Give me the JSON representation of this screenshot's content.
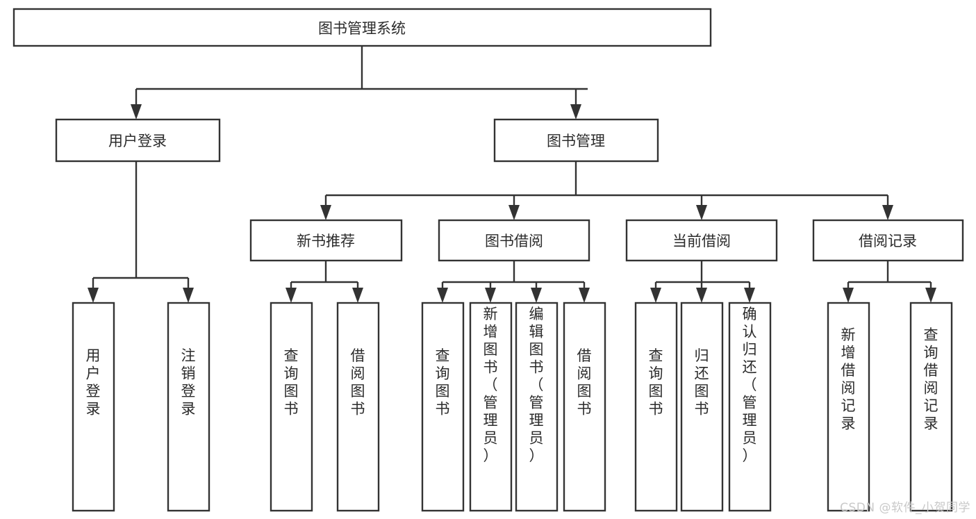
{
  "diagram": {
    "title": "图书管理系统",
    "type": "tree-hierarchy-flowchart",
    "watermark": "CSDN @软件_小贺同学",
    "colors": {
      "box_stroke": "#333333",
      "box_fill": "#ffffff",
      "text": "#2b2b2b",
      "background": "#ffffff",
      "watermark": "#c9c9c9"
    },
    "levels": {
      "root": "图书管理系统",
      "level2": [
        "用户登录",
        "图书管理"
      ],
      "level3": [
        "新书推荐",
        "图书借阅",
        "当前借阅",
        "借阅记录"
      ],
      "level4": [
        "用户登录",
        "注销登录",
        "查询图书",
        "借阅图书",
        "查询图书",
        "新增图书（管理员）",
        "编辑图书（管理员）",
        "借阅图书",
        "查询图书",
        "归还图书",
        "确认归还（管理员）",
        "新增借阅记录",
        "查询借阅记录"
      ]
    },
    "nodes": {
      "root": {
        "label": "图书管理系统"
      },
      "user_login": {
        "label": "用户登录"
      },
      "book_manage": {
        "label": "图书管理"
      },
      "new_book_rec": {
        "label": "新书推荐"
      },
      "book_borrow": {
        "label": "图书借阅"
      },
      "current_borrow": {
        "label": "当前借阅"
      },
      "borrow_record": {
        "label": "借阅记录"
      },
      "leaf_user_login": {
        "label": "用户登录"
      },
      "leaf_logout": {
        "label": "注销登录"
      },
      "leaf_query_book_1": {
        "label": "查询图书"
      },
      "leaf_borrow_book_1": {
        "label": "借阅图书"
      },
      "leaf_query_book_2": {
        "label": "查询图书"
      },
      "leaf_add_book": {
        "label": "新增图书（管理员）"
      },
      "leaf_edit_book": {
        "label": "编辑图书（管理员）"
      },
      "leaf_borrow_book_2": {
        "label": "借阅图书"
      },
      "leaf_query_book_3": {
        "label": "查询图书"
      },
      "leaf_return_book": {
        "label": "归还图书"
      },
      "leaf_confirm_return": {
        "label": "确认归还（管理员）"
      },
      "leaf_add_record": {
        "label": "新增借阅记录"
      },
      "leaf_query_record": {
        "label": "查询借阅记录"
      }
    },
    "edges": [
      {
        "from": "root",
        "to": "user_login"
      },
      {
        "from": "root",
        "to": "book_manage"
      },
      {
        "from": "user_login",
        "to": "leaf_user_login"
      },
      {
        "from": "user_login",
        "to": "leaf_logout"
      },
      {
        "from": "book_manage",
        "to": "new_book_rec"
      },
      {
        "from": "book_manage",
        "to": "book_borrow"
      },
      {
        "from": "book_manage",
        "to": "current_borrow"
      },
      {
        "from": "book_manage",
        "to": "borrow_record"
      },
      {
        "from": "new_book_rec",
        "to": "leaf_query_book_1"
      },
      {
        "from": "new_book_rec",
        "to": "leaf_borrow_book_1"
      },
      {
        "from": "book_borrow",
        "to": "leaf_query_book_2"
      },
      {
        "from": "book_borrow",
        "to": "leaf_add_book"
      },
      {
        "from": "book_borrow",
        "to": "leaf_edit_book"
      },
      {
        "from": "book_borrow",
        "to": "leaf_borrow_book_2"
      },
      {
        "from": "current_borrow",
        "to": "leaf_query_book_3"
      },
      {
        "from": "current_borrow",
        "to": "leaf_return_book"
      },
      {
        "from": "current_borrow",
        "to": "leaf_confirm_return"
      },
      {
        "from": "borrow_record",
        "to": "leaf_add_record"
      },
      {
        "from": "borrow_record",
        "to": "leaf_query_record"
      }
    ]
  }
}
